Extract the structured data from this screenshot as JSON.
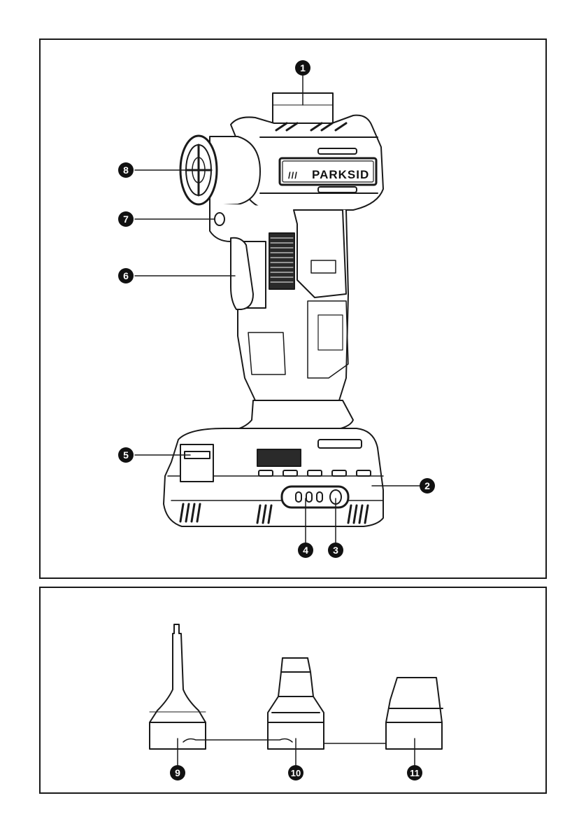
{
  "brand": {
    "label": "PARKSID",
    "slashes": "///"
  },
  "callouts": [
    {
      "id": "c1",
      "label": "1"
    },
    {
      "id": "c2",
      "label": "2"
    },
    {
      "id": "c3",
      "label": "3"
    },
    {
      "id": "c4",
      "label": "4"
    },
    {
      "id": "c5",
      "label": "5"
    },
    {
      "id": "c6",
      "label": "6"
    },
    {
      "id": "c7",
      "label": "7"
    },
    {
      "id": "c8",
      "label": "8"
    },
    {
      "id": "c9",
      "label": "9"
    },
    {
      "id": "c10",
      "label": "10"
    },
    {
      "id": "c11",
      "label": "11"
    }
  ],
  "colors": {
    "line": "#1a1a1a",
    "badge": "#111111",
    "grip": "#2a2a2a"
  }
}
